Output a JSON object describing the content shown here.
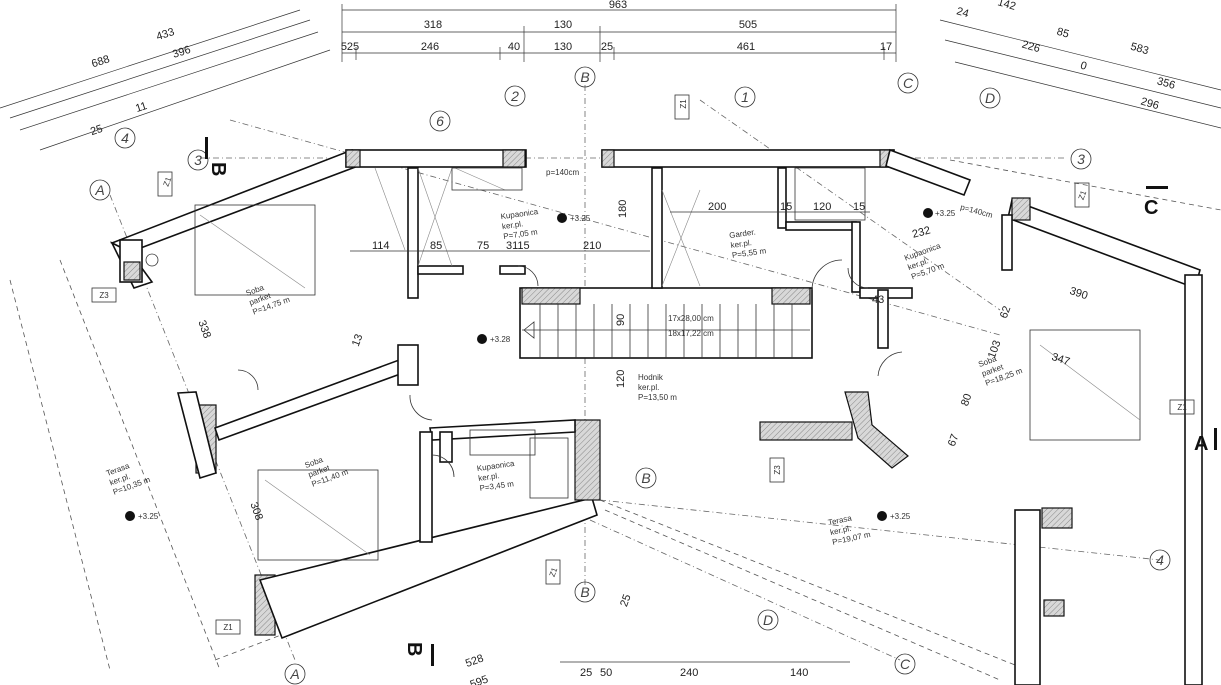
{
  "top_dims": {
    "overall": "963",
    "row1": [
      "318",
      "130",
      "505"
    ],
    "row2": [
      "525",
      "246",
      "40",
      "130",
      "25",
      "461",
      "17"
    ]
  },
  "left_dims": [
    "688",
    "433",
    "396",
    "25",
    "11"
  ],
  "right_dims": [
    "24",
    "142",
    "85",
    "583",
    "226",
    "0",
    "356",
    "296"
  ],
  "grid_labels": {
    "B_top": "B",
    "C_top": "C",
    "D_top": "D",
    "n2_top": "2",
    "n1_top": "1",
    "n6": "6",
    "n4_left": "4",
    "n3_left": "3",
    "A_left": "A",
    "n3_right": "3",
    "n4_right": "4",
    "B_mid": "B",
    "B_bottom": "B",
    "D_bottom": "D",
    "A_bottom": "A",
    "C_bottom": "C"
  },
  "section_marks": {
    "B_top": "B",
    "B_bottom": "B",
    "C_right": "C",
    "A_right": "A"
  },
  "tags": {
    "z1_a": "Z1",
    "z1_b": "Z1",
    "z1_c": "Z1",
    "z1_d": "Z1",
    "z1_e": "Z1",
    "z1_f": "Z1",
    "z3_a": "Z3",
    "z3_b": "Z3"
  },
  "rooms": {
    "kup1": [
      "Kupaonica",
      "ker.pl.",
      "P=7,05 m"
    ],
    "garder": [
      "Garder.",
      "ker.pl.",
      "P=5,55 m"
    ],
    "kup2": [
      "Kupaonica",
      "ker.pl.",
      "P=5,70 m"
    ],
    "soba1": [
      "Soba",
      "parket",
      "P=14,75 m"
    ],
    "soba2": [
      "Soba",
      "parket",
      "P=18,25 m"
    ],
    "soba3": [
      "Soba",
      "parket",
      "P=11,40 m"
    ],
    "hodnik": [
      "Hodnik",
      "ker.pl.",
      "P=13,50 m"
    ],
    "kup3": [
      "Kupaonica",
      "ker.pl.",
      "P=3,45 m"
    ],
    "terasa1": [
      "Terasa",
      "ker.pl.",
      "P=10,35 m"
    ],
    "terasa2": [
      "Terasa",
      "ker.pl.",
      "P=19,07 m"
    ]
  },
  "levels": {
    "l1": "+3.25",
    "l2": "+3.25",
    "l3": "+3.28",
    "l4": "+3.25",
    "l5": "+3.25"
  },
  "stairs": [
    "17x28,00 cm",
    "18x17,22 cm"
  ],
  "inner_dims": {
    "d114": "114",
    "d85": "85",
    "d75": "75",
    "d3115": "3115",
    "d210": "210",
    "d180": "180",
    "d200": "200",
    "d15a": "15",
    "d120": "120",
    "d15b": "15",
    "d232": "232",
    "d390": "390",
    "d347": "347",
    "d338": "338",
    "d308": "308",
    "d120b": "120",
    "d90": "90",
    "d240": "240",
    "d140": "140",
    "d528": "528",
    "d25": "25",
    "d50": "50",
    "d25b": "25",
    "d595": "595",
    "d43": "43",
    "d13": "13",
    "d80": "80",
    "d67": "67",
    "d62": "62",
    "d103": "103"
  },
  "window_labels": {
    "w1": "p=140cm",
    "w2": "p=140cm"
  }
}
